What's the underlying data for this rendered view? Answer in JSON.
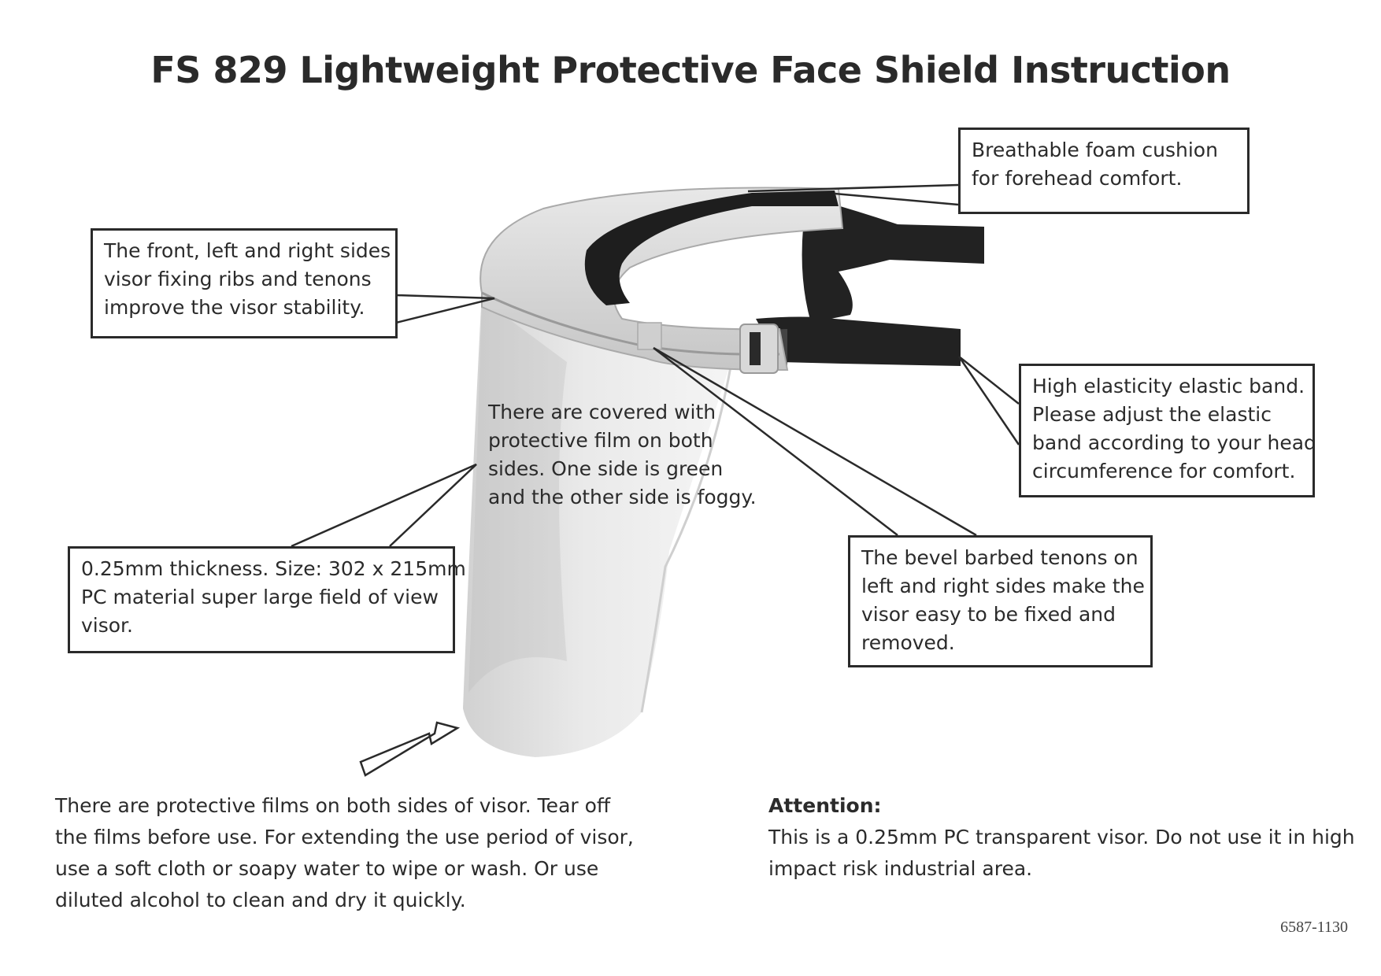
{
  "title": "FS 829 Lightweight Protective Face Shield Instruction",
  "callouts": {
    "foam": [
      "Breathable foam cushion",
      "for forehead comfort."
    ],
    "ribs": [
      "The front, left and right sides",
      "visor fixing ribs and tenons",
      "improve the visor stability."
    ],
    "elastic": [
      "High elasticity elastic band.",
      "Please adjust the elastic",
      "band according to your head",
      "circumference for comfort."
    ],
    "film": [
      "There are covered with",
      "protective film on both",
      "sides.    One side is green",
      "and the other side is foggy."
    ],
    "thickness": [
      "0.25mm thickness. Size: 302 x 215mm",
      "PC material super large field of view",
      "visor."
    ],
    "bevel": [
      "The bevel barbed tenons on",
      "left and right sides make the",
      "visor easy to be fixed and",
      "removed."
    ]
  },
  "bottom_left": [
    "There are protective films on both sides of visor.    Tear off",
    "the films before use.    For extending the use period of visor,",
    "use a soft cloth or soapy water to wipe or wash.    Or use",
    "diluted alcohol to clean and dry it quickly."
  ],
  "attention": {
    "heading": "Attention:",
    "lines": [
      "This is a 0.25mm PC transparent visor.    Do not use it in high",
      "impact risk industrial area."
    ]
  },
  "code": "6587-1130"
}
